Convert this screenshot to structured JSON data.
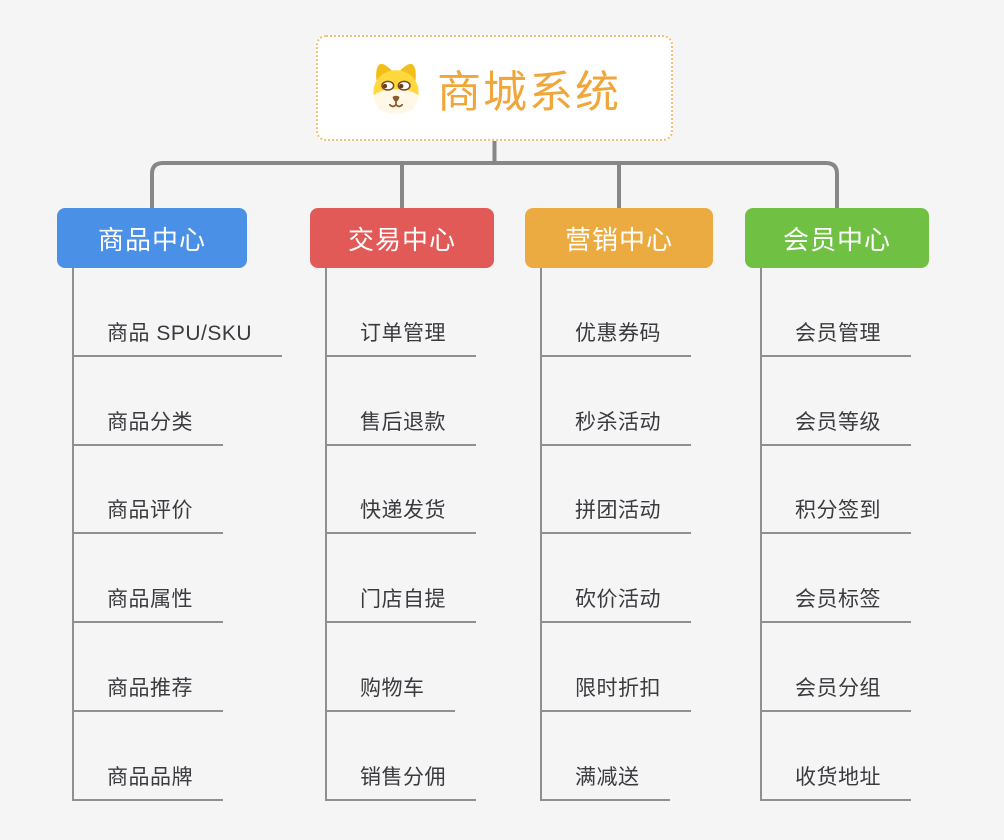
{
  "root": {
    "title": "商城系统",
    "icon": "dog-face-icon"
  },
  "colors": {
    "background": "#f5f5f6",
    "connector": "#878787",
    "leaf_line": "#8f8f8f",
    "leaf_text": "#3b3b3f",
    "root_border": "#f0c277",
    "root_text": "#f0a63a"
  },
  "branches": [
    {
      "label": "商品中心",
      "color": "#4A90E6",
      "children": [
        "商品 SPU/SKU",
        "商品分类",
        "商品评价",
        "商品属性",
        "商品推荐",
        "商品品牌"
      ]
    },
    {
      "label": "交易中心",
      "color": "#E25A57",
      "children": [
        "订单管理",
        "售后退款",
        "快递发货",
        "门店自提",
        "购物车",
        "销售分佣"
      ]
    },
    {
      "label": "营销中心",
      "color": "#ECAB40",
      "children": [
        "优惠券码",
        "秒杀活动",
        "拼团活动",
        "砍价活动",
        "限时折扣",
        "满减送"
      ]
    },
    {
      "label": "会员中心",
      "color": "#6FC043",
      "children": [
        "会员管理",
        "会员等级",
        "积分签到",
        "会员标签",
        "会员分组",
        "收货地址"
      ]
    }
  ]
}
